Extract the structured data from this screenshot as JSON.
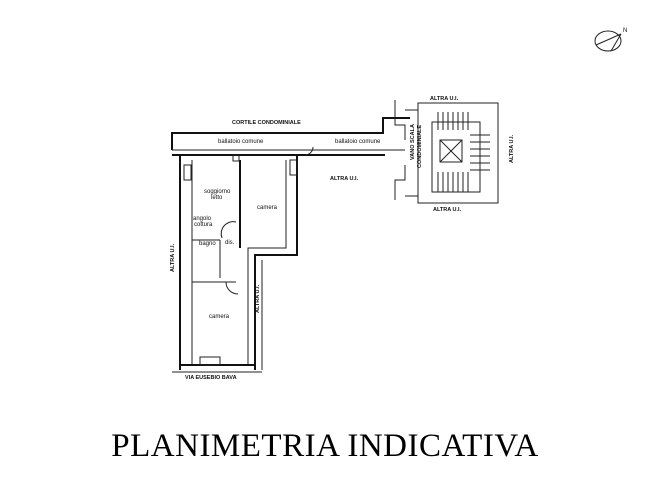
{
  "title": "PLANIMETRIA INDICATIVA",
  "labels": {
    "cortile": "CORTILE CONDOMINIALE",
    "ballatoio_left": "ballatoio comune",
    "ballatoio_right": "ballatoio comune",
    "altra_ui_center": "ALTRA U.I.",
    "altra_ui_left": "ALTRA U.I.",
    "altra_ui_mid": "ALTRA U.I.",
    "altra_ui_stair_top": "ALTRA U.I.",
    "altra_ui_stair_bottom": "ALTRA U.I.",
    "altra_ui_stair_right": "ALTRA U.I.",
    "vano_scala_1": "VANO SCALA",
    "vano_scala_2": "CONDOMINIALE",
    "soggiorno": "soggiorno",
    "soggiorno_sub": "letto",
    "angolo_cottura_1": "angolo",
    "angolo_cottura_2": "cottura",
    "camera_upper": "camera",
    "bagno": "bagno",
    "dis": "dis.",
    "camera_lower": "camera",
    "street": "VIA EUSEBIO BAVA",
    "north": "N"
  }
}
